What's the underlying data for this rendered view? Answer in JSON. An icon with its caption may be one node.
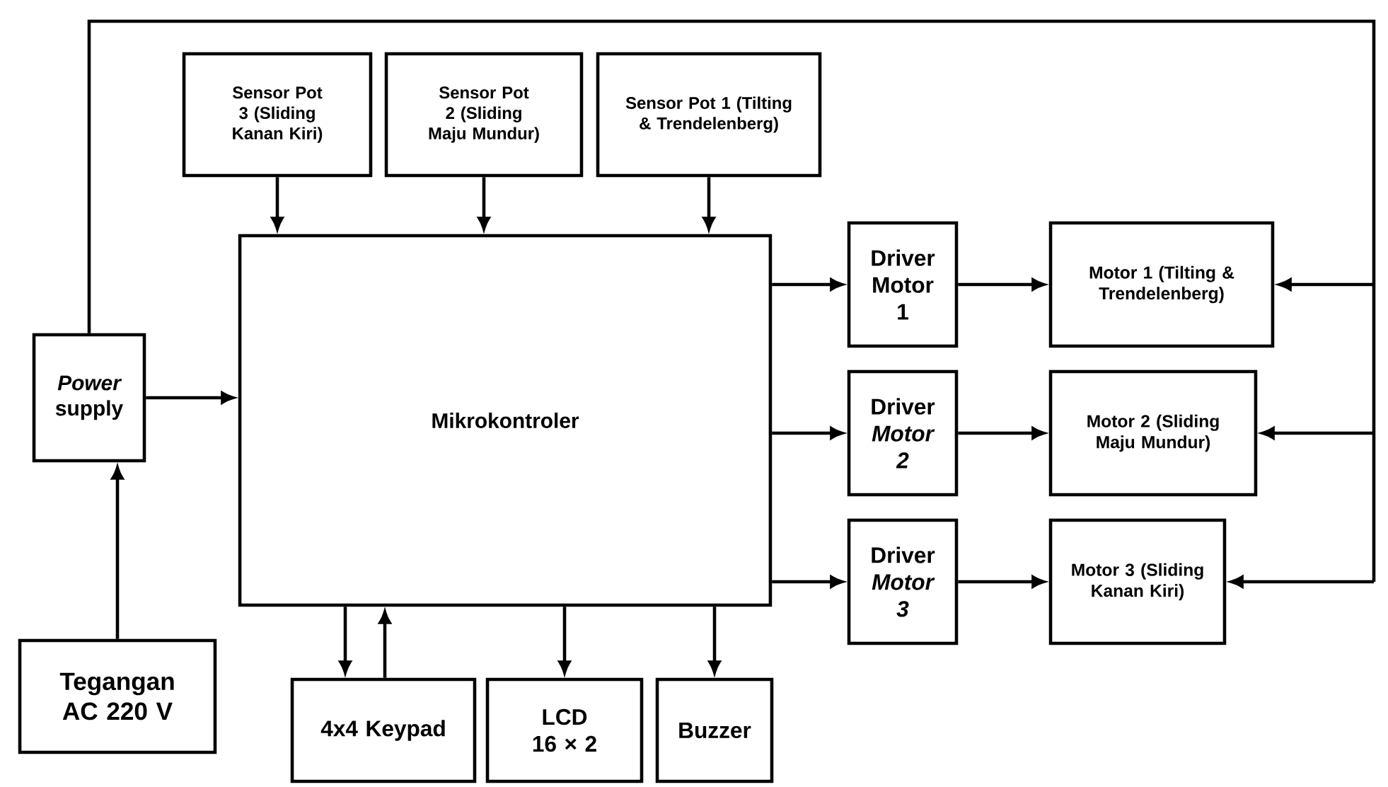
{
  "diagram": {
    "nodes": [
      {
        "text": [
          "Sensor Pot 3 (Sliding Kanan Kiri)"
        ]
      },
      {
        "text": [
          "Sensor Pot 2 (Sliding Maju Mundur)"
        ]
      },
      {
        "text": [
          "Sensor Pot 1 (Tilting & Trendelenberg)"
        ]
      },
      {
        "text": [
          "Mikrokontroler"
        ]
      },
      {
        "text": [
          "*Power* supply"
        ]
      },
      {
        "text": [
          "Driver Motor 1"
        ]
      },
      {
        "text": [
          "Motor 1 (Tilting & Trendelenberg)"
        ]
      },
      {
        "text": [
          "Driver *Motor 2*"
        ]
      },
      {
        "text": [
          "Motor 2 (Sliding Maju Mundur)"
        ]
      },
      {
        "text": [
          "Driver *Motor 3*"
        ]
      },
      {
        "text": [
          "Motor 3 (Sliding Kanan Kiri)"
        ]
      },
      {
        "text": [
          "Tegangan AC 220 V"
        ]
      },
      {
        "text": [
          "4x4 Keypad"
        ]
      },
      {
        "text": [
          "LCD 16 × 2"
        ]
      },
      {
        "text": [
          "Buzzer"
        ]
      }
    ],
    "edges": [
      {
        "from": 0,
        "to": 3,
        "arrow": "to"
      },
      {
        "from": 1,
        "to": 3,
        "arrow": "to"
      },
      {
        "from": 2,
        "to": 3,
        "arrow": "to"
      },
      {
        "from": 4,
        "to": 3,
        "arrow": "to"
      },
      {
        "from": 11,
        "to": 4,
        "arrow": "to"
      },
      {
        "from": 3,
        "to": 5,
        "arrow": "to"
      },
      {
        "from": 3,
        "to": 7,
        "arrow": "to"
      },
      {
        "from": 3,
        "to": 9,
        "arrow": "to"
      },
      {
        "from": 5,
        "to": 6,
        "arrow": "to"
      },
      {
        "from": 7,
        "to": 8,
        "arrow": "to"
      },
      {
        "from": 9,
        "to": 10,
        "arrow": "to"
      },
      {
        "from": 4,
        "to": 6,
        "arrow": "to"
      },
      {
        "from": 4,
        "to": 8,
        "arrow": "to"
      },
      {
        "from": 4,
        "to": 10,
        "arrow": "to"
      },
      {
        "from": 3,
        "to": 12,
        "arrow": "to"
      },
      {
        "from": 12,
        "to": 3,
        "arrow": "to"
      },
      {
        "from": 3,
        "to": 13,
        "arrow": "to"
      },
      {
        "from": 3,
        "to": 14,
        "arrow": "to"
      }
    ]
  }
}
